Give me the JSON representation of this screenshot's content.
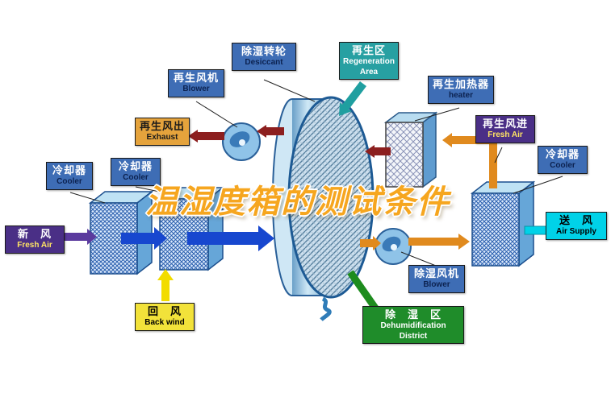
{
  "title": "温湿度箱的测试条件",
  "labels": {
    "desiccant": {
      "zh": "除湿转轮",
      "en": "Desiccant"
    },
    "regeneration_area": {
      "zh": "再生区",
      "en": "Regeneration Area"
    },
    "regen_blower": {
      "zh": "再生风机",
      "en": "Blower"
    },
    "regen_heater": {
      "zh": "再生加热器",
      "en": "heater"
    },
    "exhaust": {
      "zh": "再生风出",
      "en": "Exhaust"
    },
    "regen_fresh_air": {
      "zh": "再生风进",
      "en": "Fresh Air"
    },
    "cooler_left": {
      "zh": "冷却器",
      "en": "Cooler"
    },
    "cooler_mid": {
      "zh": "冷却器",
      "en": "Cooler"
    },
    "cooler_right": {
      "zh": "冷却器",
      "en": "Cooler"
    },
    "fresh_air": {
      "zh": "新　风",
      "en": "Fresh Air"
    },
    "air_supply": {
      "zh": "送　风",
      "en": "Air Supply"
    },
    "back_wind": {
      "zh": "回　风",
      "en": "Back wind"
    },
    "dehumid_blower": {
      "zh": "除湿风机",
      "en": "Blower"
    },
    "dehumid_district": {
      "zh": "除　湿　区",
      "en1": "Dehumidification",
      "en2": "District"
    }
  },
  "colors": {
    "title": "#f6a61f",
    "label_blue": "#3e6db5",
    "label_teal": "#27a0a2",
    "label_purple": "#4a2f86",
    "label_orange": "#e5a33c",
    "label_cyan": "#00d2e8",
    "label_yellow": "#f2e23a",
    "label_green": "#1f8c2a",
    "arrow_blue": "#1747cf",
    "arrow_dark_red": "#8c1f1f",
    "arrow_orange": "#e08a1e",
    "arrow_yellow": "#f2dc00",
    "arrow_purple": "#5b3a9e",
    "arrow_teal": "#1f9fa0",
    "arrow_cyan": "#00d2e8",
    "arrow_green": "#1e8c1e"
  }
}
